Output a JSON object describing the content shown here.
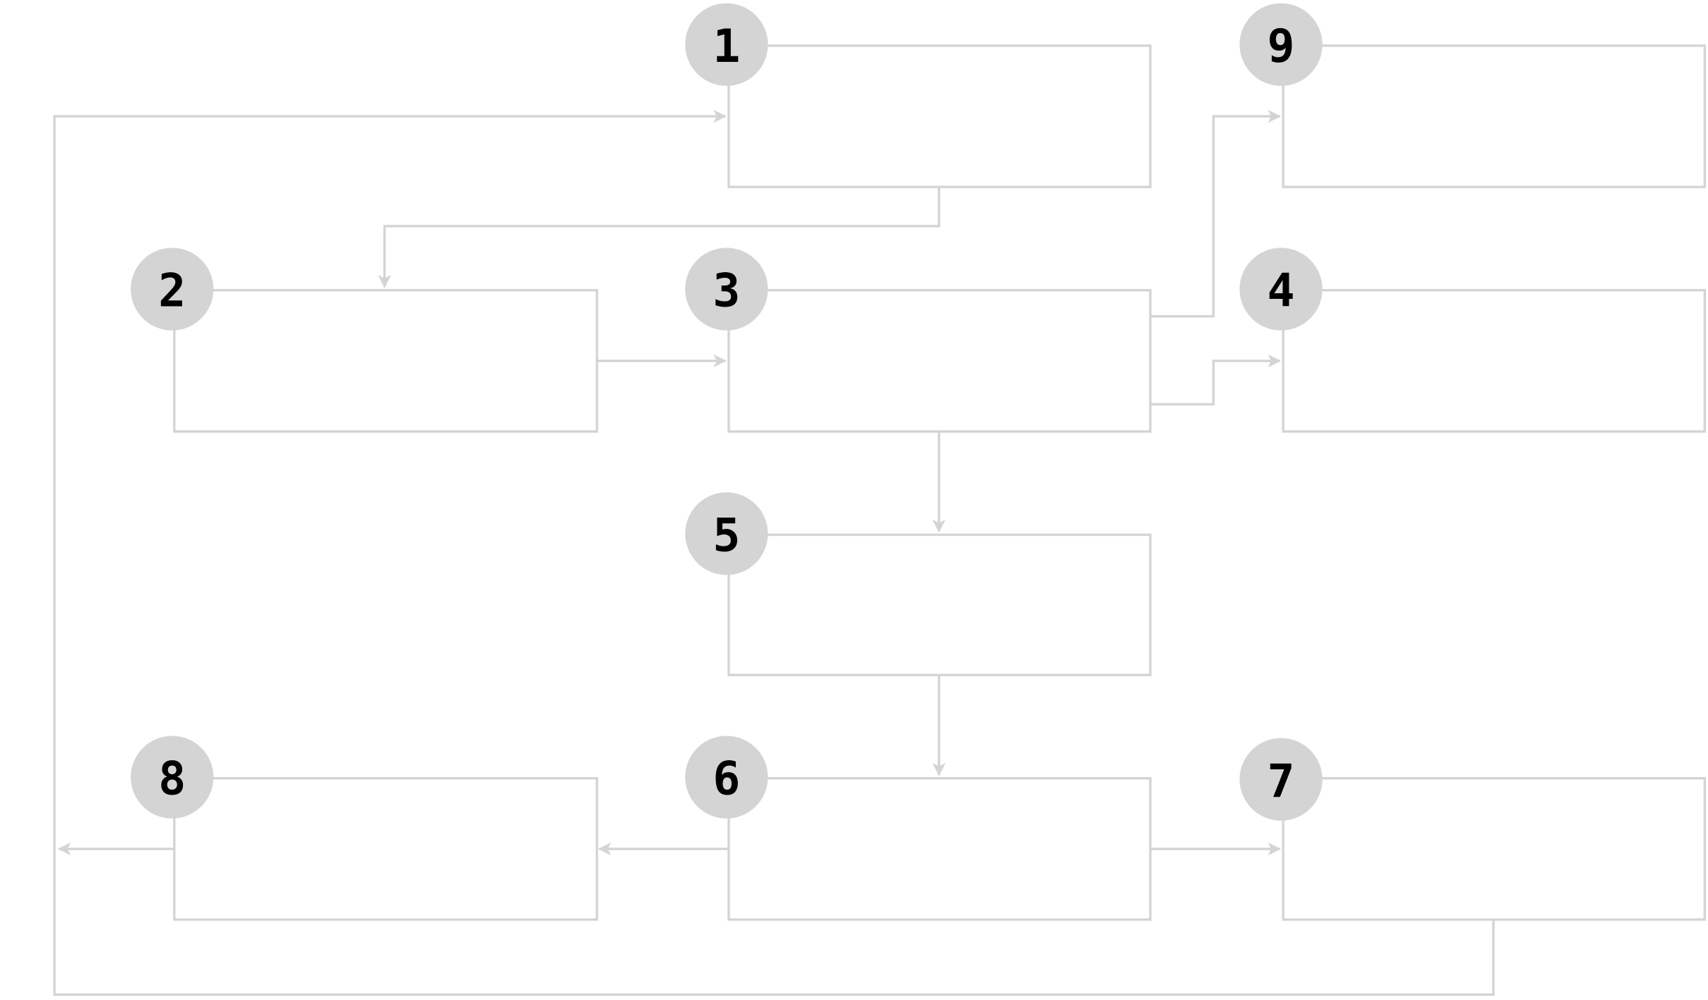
{
  "diagram": {
    "type": "numbered-flowchart",
    "colors": {
      "line": "#d4d4d4",
      "badge": "#d4d4d4",
      "number": "#000000",
      "background": "#ffffff"
    },
    "nodes": [
      {
        "id": "1",
        "label": "1",
        "text": ""
      },
      {
        "id": "2",
        "label": "2",
        "text": ""
      },
      {
        "id": "3",
        "label": "3",
        "text": ""
      },
      {
        "id": "4",
        "label": "4",
        "text": ""
      },
      {
        "id": "5",
        "label": "5",
        "text": ""
      },
      {
        "id": "6",
        "label": "6",
        "text": ""
      },
      {
        "id": "7",
        "label": "7",
        "text": ""
      },
      {
        "id": "8",
        "label": "8",
        "text": ""
      },
      {
        "id": "9",
        "label": "9",
        "text": ""
      }
    ],
    "edges": [
      {
        "from": "1",
        "to": "2"
      },
      {
        "from": "2",
        "to": "3"
      },
      {
        "from": "3",
        "to": "9"
      },
      {
        "from": "3",
        "to": "4"
      },
      {
        "from": "3",
        "to": "5"
      },
      {
        "from": "5",
        "to": "6"
      },
      {
        "from": "6",
        "to": "8"
      },
      {
        "from": "6",
        "to": "7"
      },
      {
        "from": "8",
        "to": "exit-left"
      },
      {
        "from": "7",
        "to": "1"
      }
    ]
  }
}
